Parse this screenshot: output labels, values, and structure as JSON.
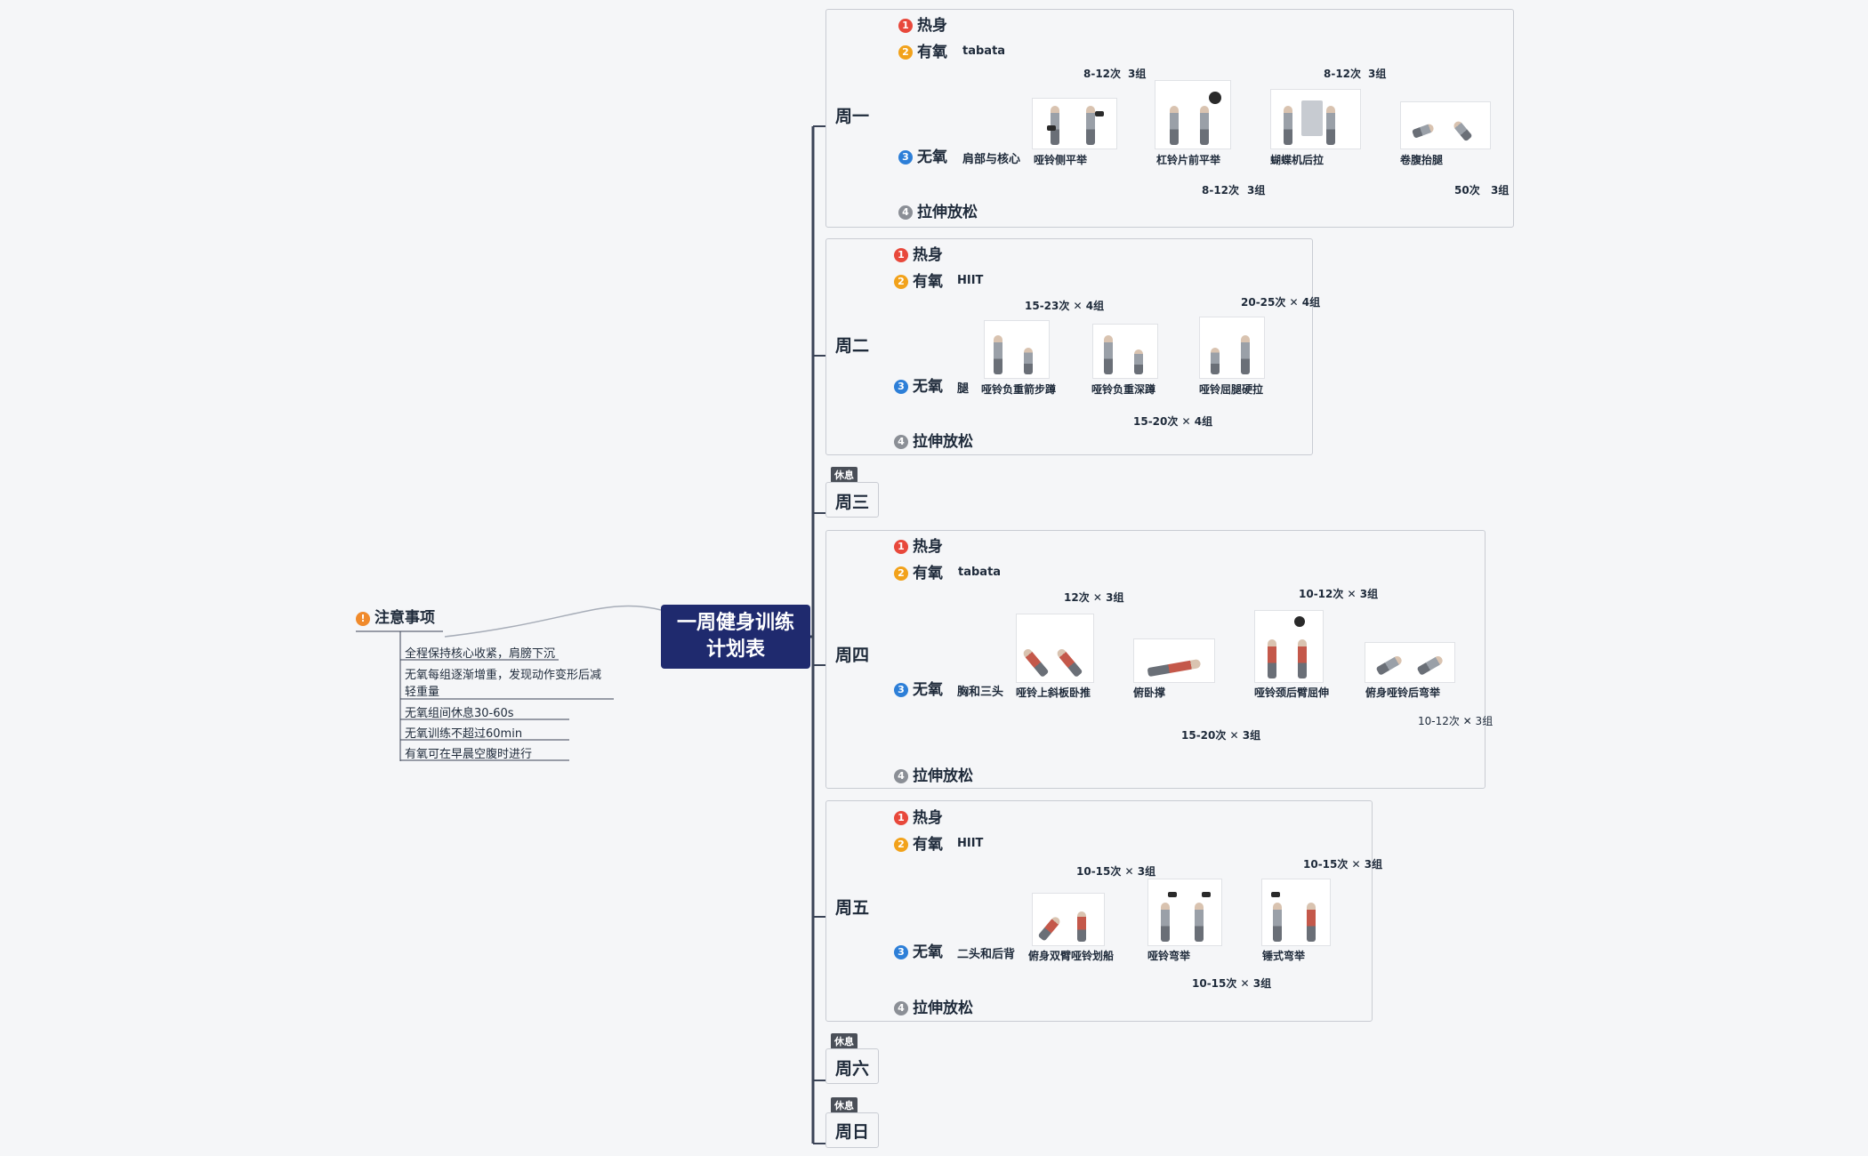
{
  "center": {
    "title_line1": "一周健身训练",
    "title_line2": "计划表"
  },
  "notes": {
    "title": "注意事项",
    "items": [
      "全程保持核心收紧，肩膀下沉",
      "无氧每组逐渐增重，发现动作变形后减",
      "轻重量",
      "无氧组间休息30-60s",
      "无氧训练不超过60min",
      "有氧可在早晨空腹时进行"
    ]
  },
  "rest_label": "休息",
  "days": {
    "mon": {
      "name": "周一",
      "warmup": "热身",
      "cardio": "有氧",
      "cardio_type": "tabata",
      "strength": "无氧",
      "focus": "肩部与核心",
      "stretch": "拉伸放松",
      "exercises": [
        {
          "name": "哑铃侧平举",
          "reps": "8-12次",
          "sets": "3组"
        },
        {
          "name": "杠铃片前平举",
          "reps": "8-12次",
          "sets": "3组"
        },
        {
          "name": "蝴蝶机后拉",
          "reps": "8-12次",
          "sets": "3组"
        },
        {
          "name": "卷腹抬腿",
          "reps": "50次",
          "sets": "3组"
        }
      ]
    },
    "tue": {
      "name": "周二",
      "warmup": "热身",
      "cardio": "有氧",
      "cardio_type": "HIIT",
      "strength": "无氧",
      "focus": "腿",
      "stretch": "拉伸放松",
      "exercises": [
        {
          "name": "哑铃负重箭步蹲",
          "scheme": "15-23次 ✕ 4组"
        },
        {
          "name": "哑铃负重深蹲",
          "scheme": "15-20次 ✕ 4组"
        },
        {
          "name": "哑铃屈腿硬拉",
          "scheme": "20-25次 ✕ 4组"
        }
      ]
    },
    "wed": {
      "name": "周三"
    },
    "thu": {
      "name": "周四",
      "warmup": "热身",
      "cardio": "有氧",
      "cardio_type": "tabata",
      "strength": "无氧",
      "focus": "胸和三头",
      "stretch": "拉伸放松",
      "exercises": [
        {
          "name": "哑铃上斜板卧推",
          "scheme": "12次 ✕ 3组"
        },
        {
          "name": "俯卧撑",
          "scheme": "15-20次 ✕ 3组"
        },
        {
          "name": "哑铃颈后臂屈伸",
          "scheme": "10-12次 ✕ 3组"
        },
        {
          "name": "俯身哑铃后弯举",
          "scheme": "10-12次 ✕ 3组"
        }
      ]
    },
    "fri": {
      "name": "周五",
      "warmup": "热身",
      "cardio": "有氧",
      "cardio_type": "HIIT",
      "strength": "无氧",
      "focus": "二头和后背",
      "stretch": "拉伸放松",
      "exercises": [
        {
          "name": "俯身双臂哑铃划船",
          "scheme": "10-15次 ✕ 3组"
        },
        {
          "name": "哑铃弯举",
          "scheme": "10-15次 ✕ 3组"
        },
        {
          "name": "锤式弯举",
          "scheme": "10-15次 ✕ 3组"
        }
      ]
    },
    "sat": {
      "name": "周六"
    },
    "sun": {
      "name": "周日"
    }
  },
  "colors": {
    "center": "#1f2a6e",
    "n1": "#e8483b",
    "n2": "#f2a21b",
    "n3": "#2d7fd8",
    "n4": "#8b8f96"
  }
}
